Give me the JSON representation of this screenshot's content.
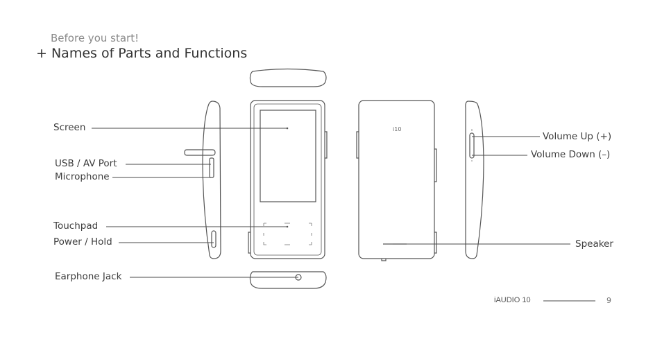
{
  "header": {
    "subtitle": "Before you start!",
    "title": "+ Names of Parts and Functions"
  },
  "labels": {
    "screen": "Screen",
    "usb_av_port": "USB / AV Port",
    "microphone": "Microphone",
    "touchpad": "Touchpad",
    "power_hold": "Power / Hold",
    "earphone_jack": "Earphone Jack",
    "volume_up": "Volume Up (+)",
    "volume_down": "Volume Down (–)",
    "speaker": "Speaker"
  },
  "device": {
    "back_logo": "i10"
  },
  "footer": {
    "brand": "iAUDIO 10",
    "page_number": "9"
  },
  "colors": {
    "outline": "#555555",
    "leader_line": "#4a4a4a",
    "title_text": "#333333",
    "subtitle_text": "#8a8a8a"
  }
}
